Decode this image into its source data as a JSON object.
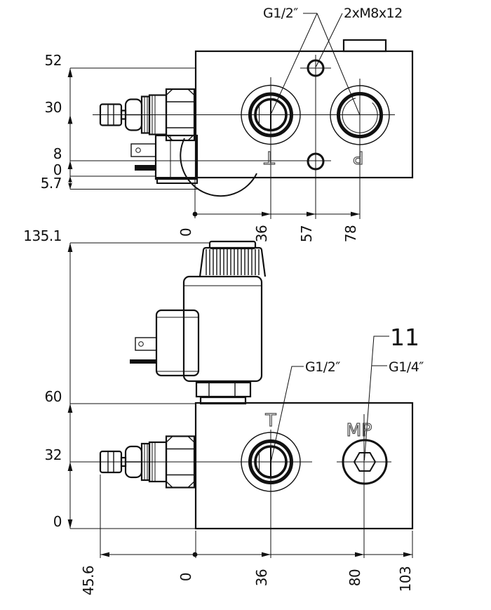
{
  "drawing": {
    "background": "#ffffff",
    "line_color": "#111111",
    "mark_color": "#4a4a4a",
    "top_view": {
      "thread_label": "G1/2″",
      "bolt_label": "2xM8x12",
      "port_t_mark": "T",
      "port_p_mark": "P",
      "dim_52": "52",
      "dim_30": "30",
      "dim_8": "8",
      "dim_0": "0",
      "dim_5_7": "5.7",
      "dim_x0": "0",
      "dim_x36": "36",
      "dim_x57": "57",
      "dim_x78": "78"
    },
    "front_view": {
      "item_number": "11",
      "t_thread_label": "G1/2″",
      "mp_thread_label": "G1/4″",
      "port_t_mark": "T",
      "port_mp_mark": "MP",
      "dim_135_1": "135.1",
      "dim_60": "60",
      "dim_32": "32",
      "dim_0": "0",
      "dim_x45_6": "45.6",
      "dim_x0": "0",
      "dim_x36": "36",
      "dim_x80": "80",
      "dim_x103": "103"
    }
  }
}
